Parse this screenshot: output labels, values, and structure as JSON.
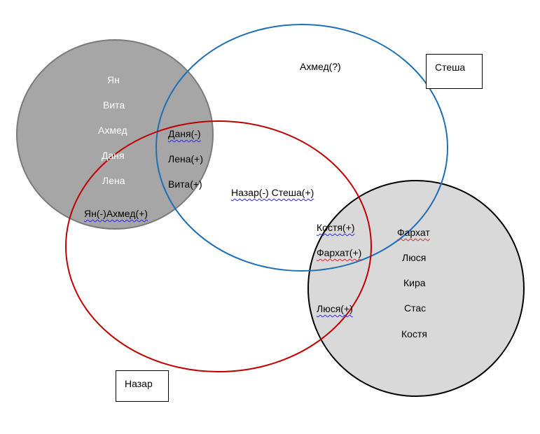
{
  "gray_set": {
    "names": [
      "Ян",
      "Вита",
      "Ахмед",
      "Даня",
      "Лена"
    ],
    "fill": "#a6a6a6",
    "stroke": "#7a7a7a"
  },
  "light_set": {
    "names": [
      "Фархат",
      "Люся",
      "Кира",
      "Стас",
      "Костя"
    ],
    "fill": "#d9d9d9",
    "stroke": "#000000"
  },
  "blue_set": {
    "stroke": "#1f6fb5"
  },
  "red_set": {
    "stroke": "#c00000"
  },
  "overlaps": {
    "gray_blue": [
      "Даня(-)",
      "Лена(+)",
      "Вита(+)"
    ],
    "gray_red": "Ян(-)Ахмед(+)",
    "blue_red": "Назар(-) Стеша(+)",
    "blue_only": "Ахмед(?)",
    "blue_red_light": [
      "Костя(+)",
      "Фархат(+)"
    ],
    "red_light": "Люся(+)"
  },
  "boxes": {
    "blue_box": "Стеша",
    "red_box": "Назар"
  }
}
